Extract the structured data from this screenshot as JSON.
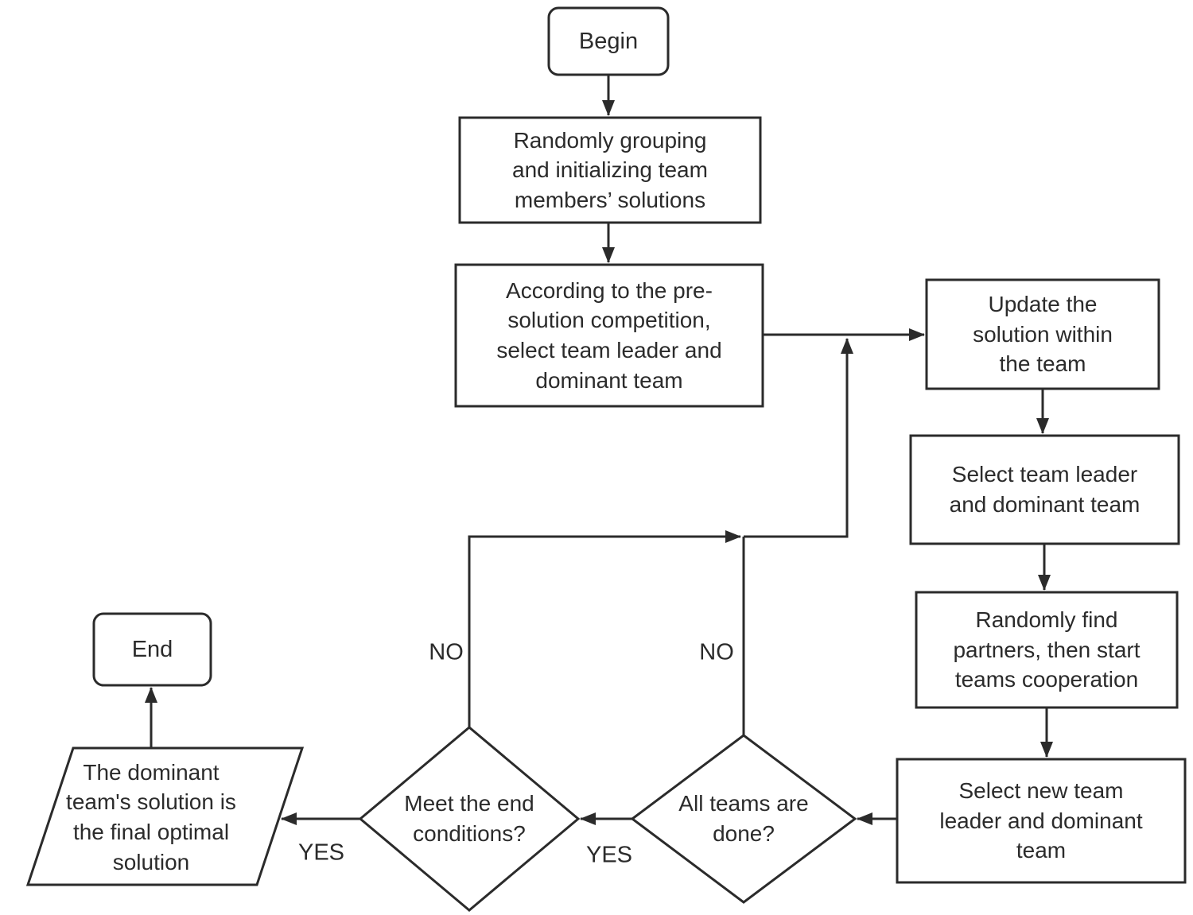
{
  "diagram": {
    "background": "#ffffff",
    "line_color": "#2b2b2b",
    "text_color": "#2b2b2b"
  },
  "nodes": {
    "begin": {
      "label": "Begin",
      "shape": "rounded-rect"
    },
    "random_grouping": {
      "label": "Randomly grouping\nand initializing team\nmembers’ solutions",
      "shape": "rect"
    },
    "pre_solution": {
      "label": "According to the pre-\nsolution competition,\nselect team leader and\ndominant team",
      "shape": "rect"
    },
    "update_solution": {
      "label": "Update the\nsolution within\nthe team",
      "shape": "rect"
    },
    "select_leader": {
      "label": "Select team leader\nand dominant team",
      "shape": "rect"
    },
    "find_partners": {
      "label": "Randomly find\npartners, then start\nteams cooperation",
      "shape": "rect"
    },
    "select_new_leader": {
      "label": "Select new team\nleader and dominant\nteam",
      "shape": "rect"
    },
    "all_teams_done": {
      "label": "All teams are\ndone?",
      "shape": "diamond"
    },
    "meet_end_conditions": {
      "label": "Meet the end\nconditions?",
      "shape": "diamond"
    },
    "final_solution": {
      "label": "The dominant\nteam's solution is\nthe final optimal\nsolution",
      "shape": "parallelogram"
    },
    "end": {
      "label": "End",
      "shape": "rounded-rect"
    }
  },
  "edge_labels": {
    "meet_end_no": "NO",
    "all_teams_no": "NO",
    "all_teams_yes": "YES",
    "meet_end_yes": "YES"
  }
}
